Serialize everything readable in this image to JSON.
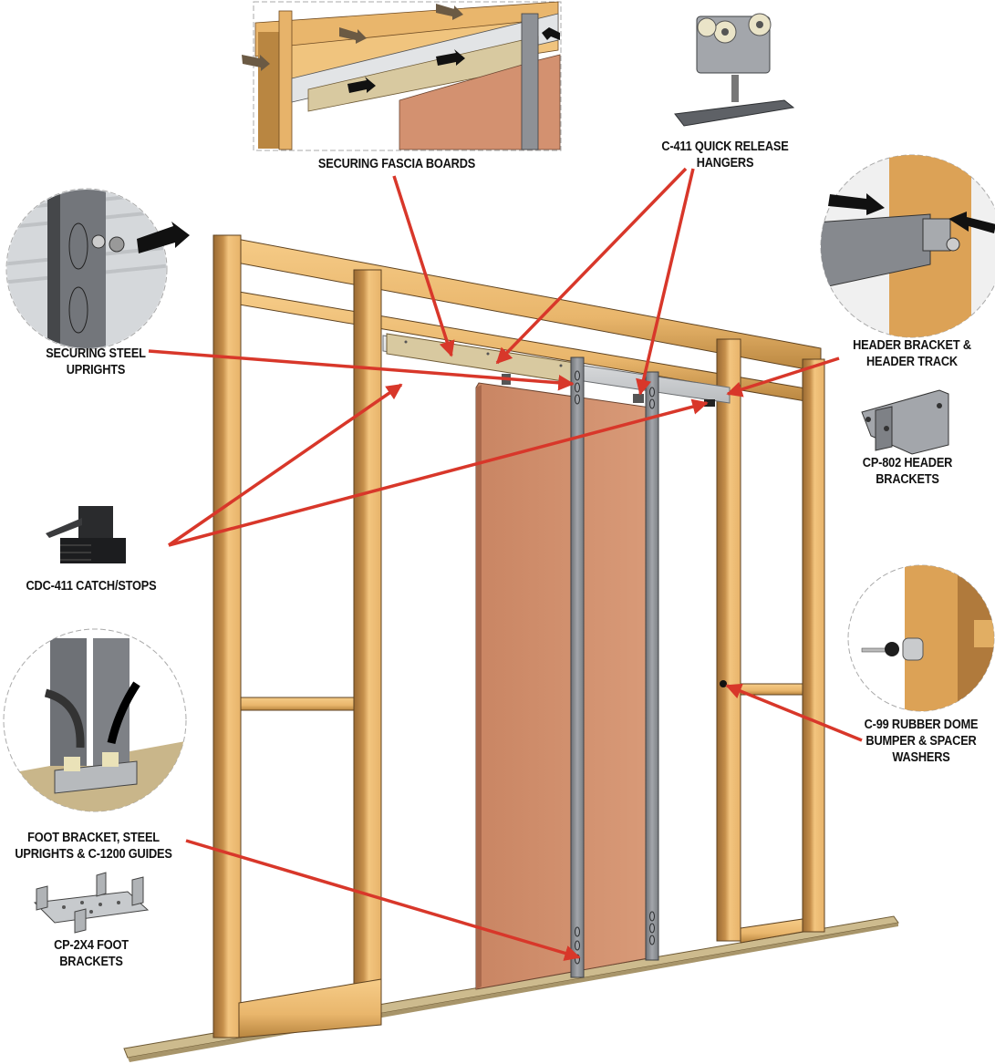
{
  "diagram": {
    "type": "pocket-door-frame-kit-exploded-callouts",
    "colors": {
      "wood_light": "#F2C27A",
      "wood_mid": "#D9A35A",
      "wood_dark": "#8A6030",
      "door_panel": "#D39170",
      "steel": "#8E9196",
      "track": "#D8DADC",
      "fascia": "#D8C9A0",
      "sole_board": "#CDBB8E",
      "callout_arrow": "#D8372A",
      "label_text": "#111111",
      "inset_border": "#B0B0B0"
    }
  },
  "labels": {
    "fascia": {
      "lines": [
        "SECURING FASCIA BOARDS"
      ]
    },
    "hangers": {
      "lines": [
        "C-411 QUICK RELEASE",
        "HANGERS"
      ]
    },
    "steel_uprights": {
      "lines": [
        "SECURING STEEL",
        "UPRIGHTS"
      ]
    },
    "header_track": {
      "lines": [
        "HEADER BRACKET &",
        "HEADER TRACK"
      ]
    },
    "header_brackets": {
      "lines": [
        "CP-802 HEADER",
        "BRACKETS"
      ]
    },
    "catch_stops": {
      "lines": [
        "CDC-411 CATCH/STOPS"
      ]
    },
    "bumper": {
      "lines": [
        "C-99 RUBBER DOME",
        "BUMPER & SPACER",
        "WASHERS"
      ]
    },
    "foot_guides": {
      "lines": [
        "FOOT BRACKET, STEEL",
        "UPRIGHTS & C-1200 GUIDES"
      ]
    },
    "foot_brackets": {
      "lines": [
        "CP-2X4 FOOT",
        "BRACKETS"
      ]
    }
  },
  "insets": [
    {
      "name": "fascia-detail",
      "shape": "rectangle"
    },
    {
      "name": "hanger-product",
      "shape": "none"
    },
    {
      "name": "steel-upright-detail",
      "shape": "circle"
    },
    {
      "name": "header-bracket-detail",
      "shape": "circle"
    },
    {
      "name": "header-bracket-product",
      "shape": "none"
    },
    {
      "name": "catch-stop-product",
      "shape": "none"
    },
    {
      "name": "bumper-detail",
      "shape": "circle"
    },
    {
      "name": "foot-bracket-detail",
      "shape": "circle"
    },
    {
      "name": "foot-bracket-product",
      "shape": "none"
    }
  ]
}
